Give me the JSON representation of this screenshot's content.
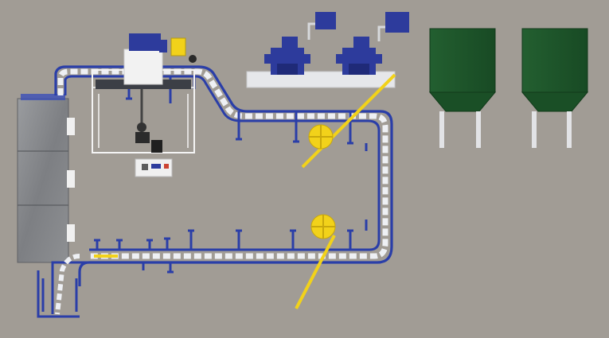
{
  "scene": {
    "description_free": true,
    "colors": {
      "floor": "#a19c95",
      "conveyor_blue": "#2a3ea8",
      "rail_white": "#eef0f4",
      "roller_white": "#f5f6f8",
      "safety_yellow": "#f2d21a",
      "hopper_green": "#1f5a2c",
      "stone_gray": "#8b8d90",
      "machine_white": "#f2f2f2",
      "machine_blue": "#2d3b9c",
      "steel": "#d7d9dc"
    },
    "objects": [
      {
        "id": "stone-stack",
        "type": "storage-stack",
        "icon": "stone-blocks-icon"
      },
      {
        "id": "main-conveyor",
        "type": "conveyor-loop",
        "icon": "conveyor-icon"
      },
      {
        "id": "robot-cell",
        "type": "robot-cell",
        "icon": "robot-arm-icon"
      },
      {
        "id": "press-1",
        "type": "press-machine",
        "icon": "press-icon"
      },
      {
        "id": "press-2",
        "type": "press-machine",
        "icon": "press-icon"
      },
      {
        "id": "hopper-1",
        "type": "hopper",
        "icon": "hopper-icon"
      },
      {
        "id": "hopper-2",
        "type": "hopper",
        "icon": "hopper-icon"
      },
      {
        "id": "turnstile-1",
        "type": "rotary-gate",
        "icon": "gear-icon"
      },
      {
        "id": "turnstile-2",
        "type": "rotary-gate",
        "icon": "gear-icon"
      },
      {
        "id": "control-panel",
        "type": "control-cabinet",
        "icon": "panel-icon"
      }
    ]
  }
}
